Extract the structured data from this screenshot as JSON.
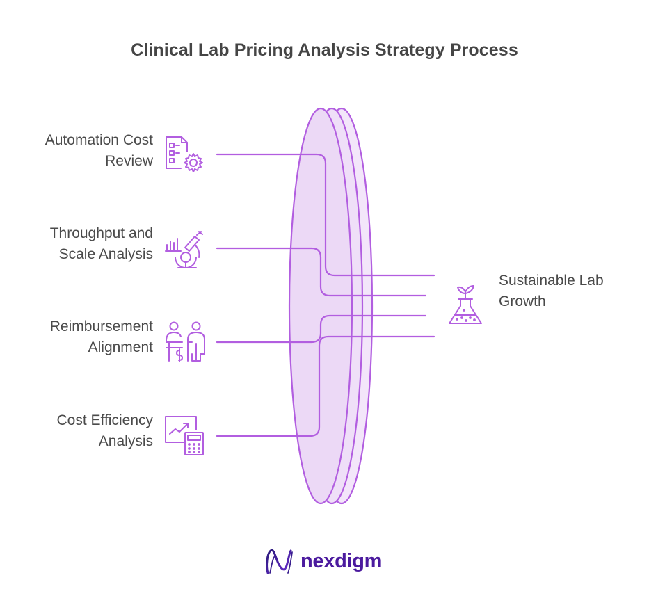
{
  "title": "Clinical Lab Pricing Analysis Strategy Process",
  "inputs": [
    {
      "line1": "Automation Cost",
      "line2": "Review",
      "icon": "document-gear-icon"
    },
    {
      "line1": "Throughput and",
      "line2": "Scale Analysis",
      "icon": "microscope-chart-icon"
    },
    {
      "line1": "Reimbursement",
      "line2": "Alignment",
      "icon": "people-payment-icon"
    },
    {
      "line1": "Cost Efficiency",
      "line2": "Analysis",
      "icon": "chart-calculator-icon"
    }
  ],
  "output": {
    "line1": "Sustainable Lab",
    "line2": "Growth",
    "icon": "flask-sprout-icon"
  },
  "brand": {
    "name": "nexdigm",
    "icon": "nexdigm-logo-icon"
  },
  "colors": {
    "accent": "#b25ee0",
    "lens_fill": "#ecd9f6",
    "title_text": "#454545",
    "body_text": "#4a4a4a",
    "brand": "#4b1a9e"
  }
}
